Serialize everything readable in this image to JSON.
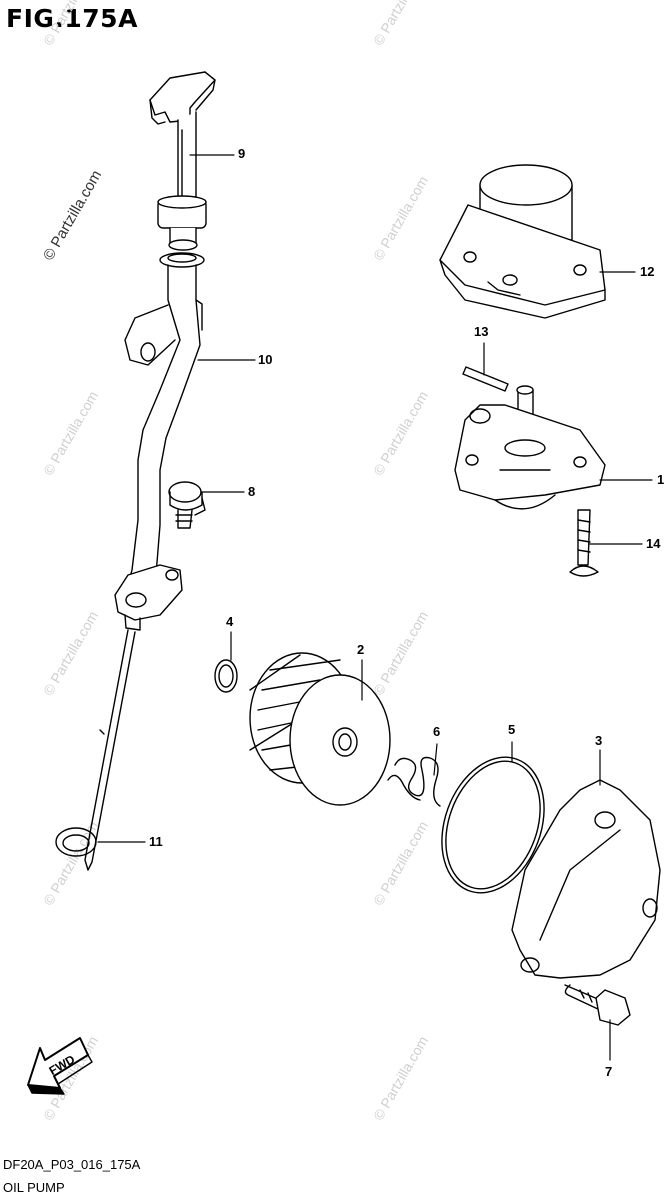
{
  "figure": {
    "title": "FIG.175A"
  },
  "watermark": {
    "text": "© Partzilla.com"
  },
  "fwd_label": "FWD",
  "callouts": [
    {
      "id": "1",
      "label": "1"
    },
    {
      "id": "2",
      "label": "2"
    },
    {
      "id": "3",
      "label": "3"
    },
    {
      "id": "4",
      "label": "4"
    },
    {
      "id": "5",
      "label": "5"
    },
    {
      "id": "6",
      "label": "6"
    },
    {
      "id": "7",
      "label": "7"
    },
    {
      "id": "8",
      "label": "8"
    },
    {
      "id": "9",
      "label": "9"
    },
    {
      "id": "10",
      "label": "10"
    },
    {
      "id": "11",
      "label": "11"
    },
    {
      "id": "12",
      "label": "12"
    },
    {
      "id": "13",
      "label": "13"
    },
    {
      "id": "14",
      "label": "14"
    }
  ],
  "footer": {
    "code": "DF20A_P03_016_175A",
    "caption": "OIL PUMP"
  }
}
